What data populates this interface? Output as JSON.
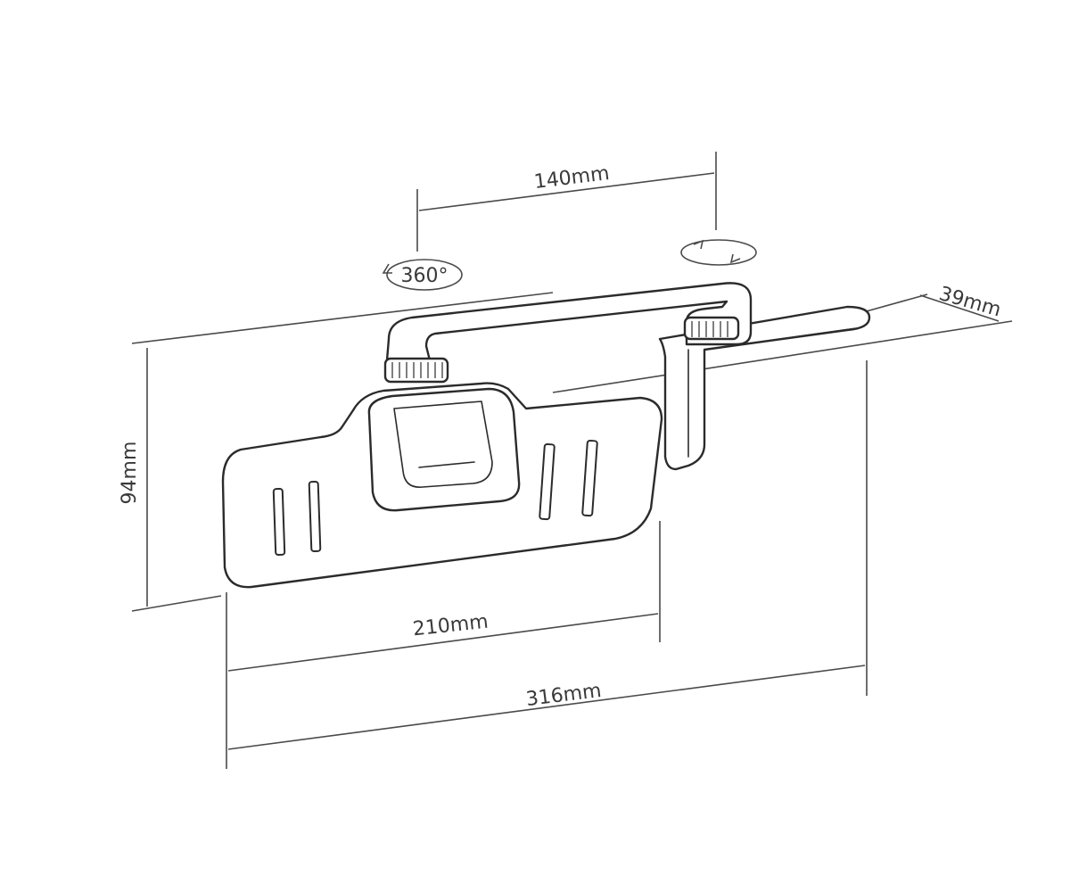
{
  "dimensions": {
    "arm_span": "140mm",
    "rotation": "360°",
    "clamp_depth": "39mm",
    "height": "94mm",
    "tray_width": "210mm",
    "overall_width": "316mm"
  },
  "colors": {
    "line": "#2b2b2b",
    "dimension_line": "#4a4a4a",
    "background": "#ffffff"
  },
  "icons": [
    "rotation-360-icon",
    "rotation-arrows-icon"
  ]
}
